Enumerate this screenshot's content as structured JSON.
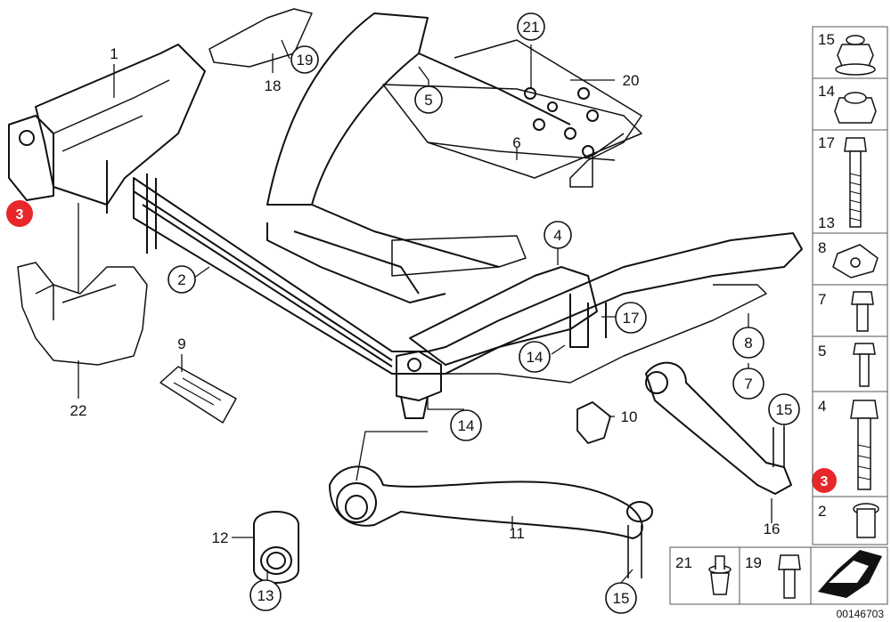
{
  "diagram": {
    "callouts": {
      "c1": "1",
      "c2": "2",
      "c3": "3",
      "c4": "4",
      "c5": "5",
      "c6": "6",
      "c7": "7",
      "c8": "8",
      "c9": "9",
      "c10": "10",
      "c11": "11",
      "c12": "12",
      "c13": "13",
      "c14a": "14",
      "c14b": "14",
      "c15a": "15",
      "c15b": "15",
      "c16": "16",
      "c17": "17",
      "c18": "18",
      "c19": "19",
      "c20": "20",
      "c21": "21",
      "c22": "22"
    },
    "highlight_marker": "3",
    "highlight_color": "#e8272a",
    "legend_items": [
      {
        "label": "15",
        "icon": "flange-nut-icon"
      },
      {
        "label": "14",
        "icon": "hex-nut-icon"
      },
      {
        "label": "17",
        "icon": "long-bolt-icon"
      },
      {
        "label": "13",
        "icon": ""
      },
      {
        "label": "8",
        "icon": "clip-nut-icon"
      },
      {
        "label": "7",
        "icon": "short-bolt-icon"
      },
      {
        "label": "5",
        "icon": "bolt-icon"
      },
      {
        "label": "4",
        "icon": "long-bolt-icon"
      },
      {
        "label": "3",
        "icon": ""
      },
      {
        "label": "2",
        "icon": "sleeve-bolt-icon"
      }
    ],
    "bottom_items": [
      {
        "label": "21",
        "icon": "push-rivet-icon"
      },
      {
        "label": "19",
        "icon": "screw-icon"
      }
    ],
    "reference_number": "00146703"
  }
}
